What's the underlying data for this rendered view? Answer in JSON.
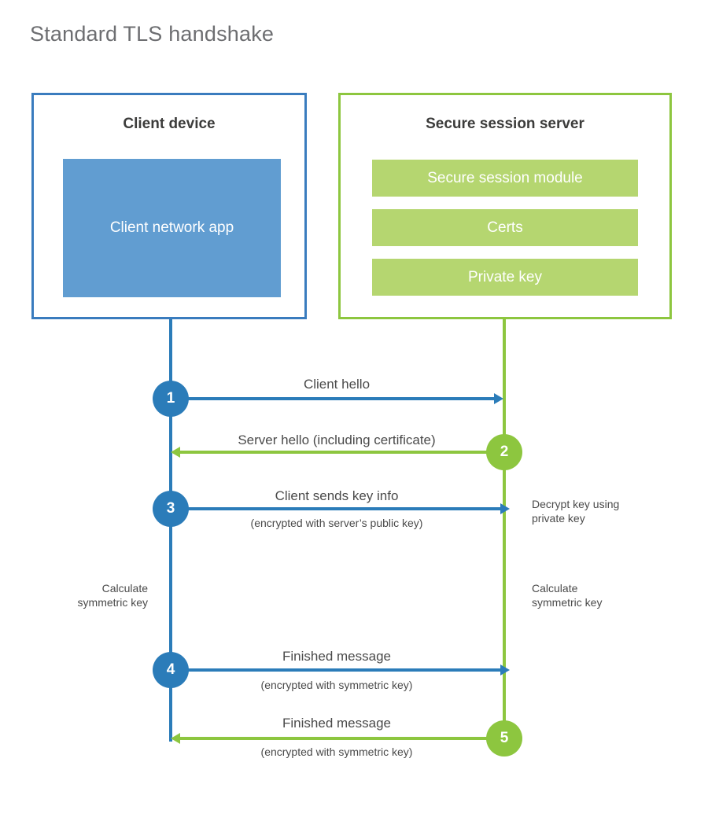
{
  "title": "Standard TLS handshake",
  "colors": {
    "client_accent": "#2b7cb9",
    "client_border": "#3a7cbe",
    "client_fill": "#619dd1",
    "server_accent": "#8dc63f",
    "server_fill": "#b5d670",
    "title_text": "#6d6e71",
    "body_text": "#4a4a4a",
    "heading_text": "#3c3c3b"
  },
  "client": {
    "title": "Client device",
    "app_label": "Client network app"
  },
  "server": {
    "title": "Secure session server",
    "rows": [
      {
        "label": "Secure session module"
      },
      {
        "label": "Certs"
      },
      {
        "label": "Private key"
      }
    ]
  },
  "steps": [
    {
      "number": "1",
      "label": "Client hello",
      "sub": "",
      "direction": "client-to-server",
      "color": "client"
    },
    {
      "number": "2",
      "label": "Server hello (including certificate)",
      "sub": "",
      "direction": "server-to-client",
      "color": "server"
    },
    {
      "number": "3",
      "label": "Client sends key info",
      "sub": "(encrypted with server’s public key)",
      "direction": "client-to-server",
      "color": "client"
    },
    {
      "number": "4",
      "label": "Finished message",
      "sub": "(encrypted with symmetric key)",
      "direction": "client-to-server",
      "color": "client"
    },
    {
      "number": "5",
      "label": "Finished message",
      "sub": "(encrypted with symmetric key)",
      "direction": "server-to-client",
      "color": "server"
    }
  ],
  "annotations": {
    "server_decrypt_line1": "Decrypt key using",
    "server_decrypt_line2": "private key",
    "client_calc_line1": "Calculate",
    "client_calc_line2": "symmetric key",
    "server_calc_line1": "Calculate",
    "server_calc_line2": "symmetric key"
  }
}
